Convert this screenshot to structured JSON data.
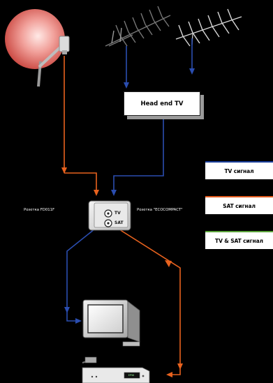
{
  "head_end": {
    "label": "Head end TV"
  },
  "socket": {
    "left_label": "Розетка FD011F",
    "right_label": "Розетка \"ECOCOMPACT\"",
    "port_tv": "TV",
    "port_sat": "SAT"
  },
  "legend": [
    {
      "label": "TV сигнал",
      "color": "#1a3f9c"
    },
    {
      "label": "SAT сигнал",
      "color": "#e35a1c"
    },
    {
      "label": "TV & SAT сигнал",
      "color": "#5aa43a"
    }
  ],
  "receiver": {
    "display": "EP5K"
  },
  "colors": {
    "tv": "#2a4db0",
    "sat": "#e8621e",
    "both": "#5aa43a"
  }
}
